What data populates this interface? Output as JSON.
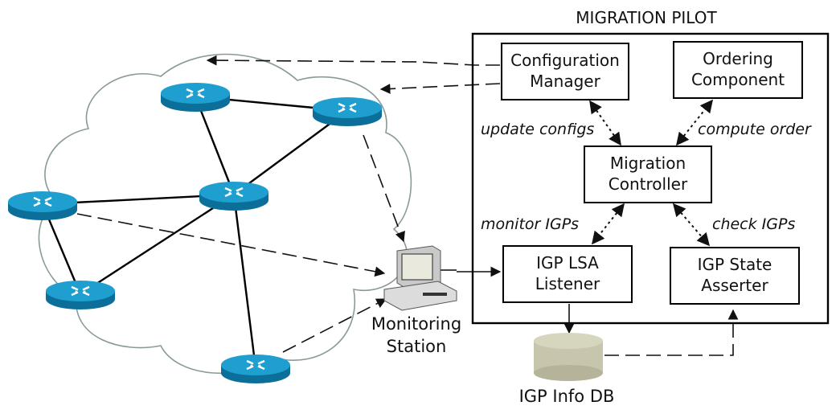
{
  "pilot": {
    "title": "MIGRATION PILOT",
    "configuration_manager": [
      "Configuration",
      "Manager"
    ],
    "ordering_component": [
      "Ordering",
      "Component"
    ],
    "migration_controller": [
      "Migration",
      "Controller"
    ],
    "igp_lsa_listener": [
      "IGP LSA",
      "Listener"
    ],
    "igp_state_asserter": [
      "IGP State",
      "Asserter"
    ]
  },
  "edges": {
    "update_configs": "update configs",
    "compute_order": "compute order",
    "monitor_igps": "monitor IGPs",
    "check_igps": "check IGPs"
  },
  "monitoring_station": [
    "Monitoring",
    "Station"
  ],
  "database": {
    "label": "IGP Info DB"
  },
  "colors": {
    "router_top": "#1f9fd0",
    "router_side": "#0b6f99",
    "database": "#c7c6ad",
    "cloud_stroke": "#8a9a9a"
  }
}
